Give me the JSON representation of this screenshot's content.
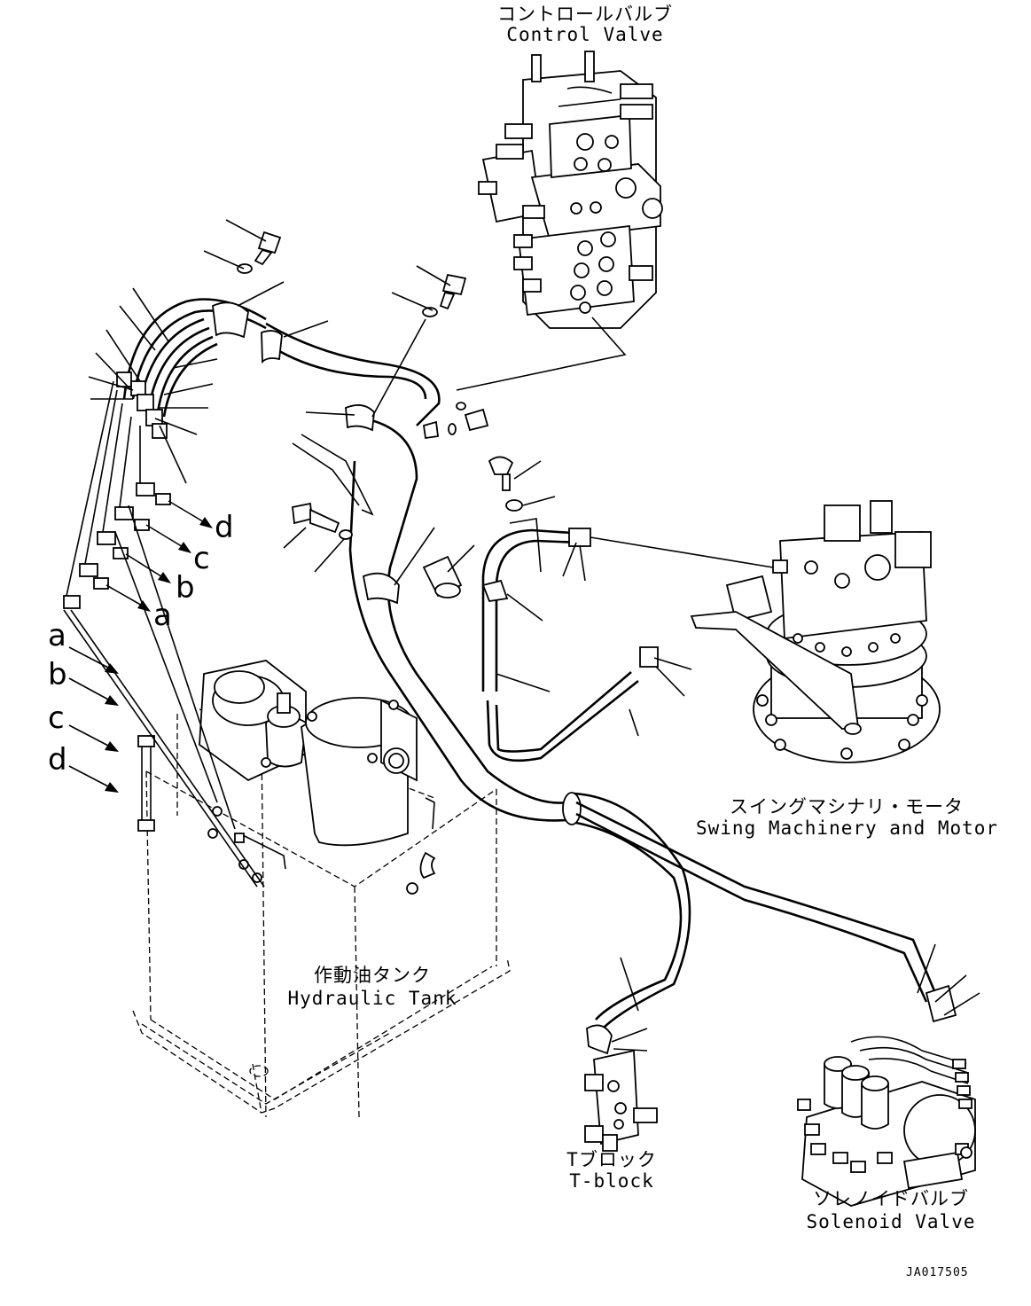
{
  "components": {
    "control_valve": {
      "jp": "コントロールバルブ",
      "en": "Control Valve"
    },
    "swing_motor": {
      "jp": "スイングマシナリ・モータ",
      "en": "Swing Machinery and Motor"
    },
    "hydraulic_tank": {
      "jp": "作動油タンク",
      "en": "Hydraulic Tank"
    },
    "t_block": {
      "jp": "Tブロック",
      "en": "T-block"
    },
    "solenoid_valve": {
      "jp": "ソレノイドバルブ",
      "en": "Solenoid Valve"
    }
  },
  "connection_markers": {
    "upper": [
      "d",
      "c",
      "b",
      "a"
    ],
    "lower": [
      "a",
      "b",
      "c",
      "d"
    ]
  },
  "drawing_code": "JA017505"
}
